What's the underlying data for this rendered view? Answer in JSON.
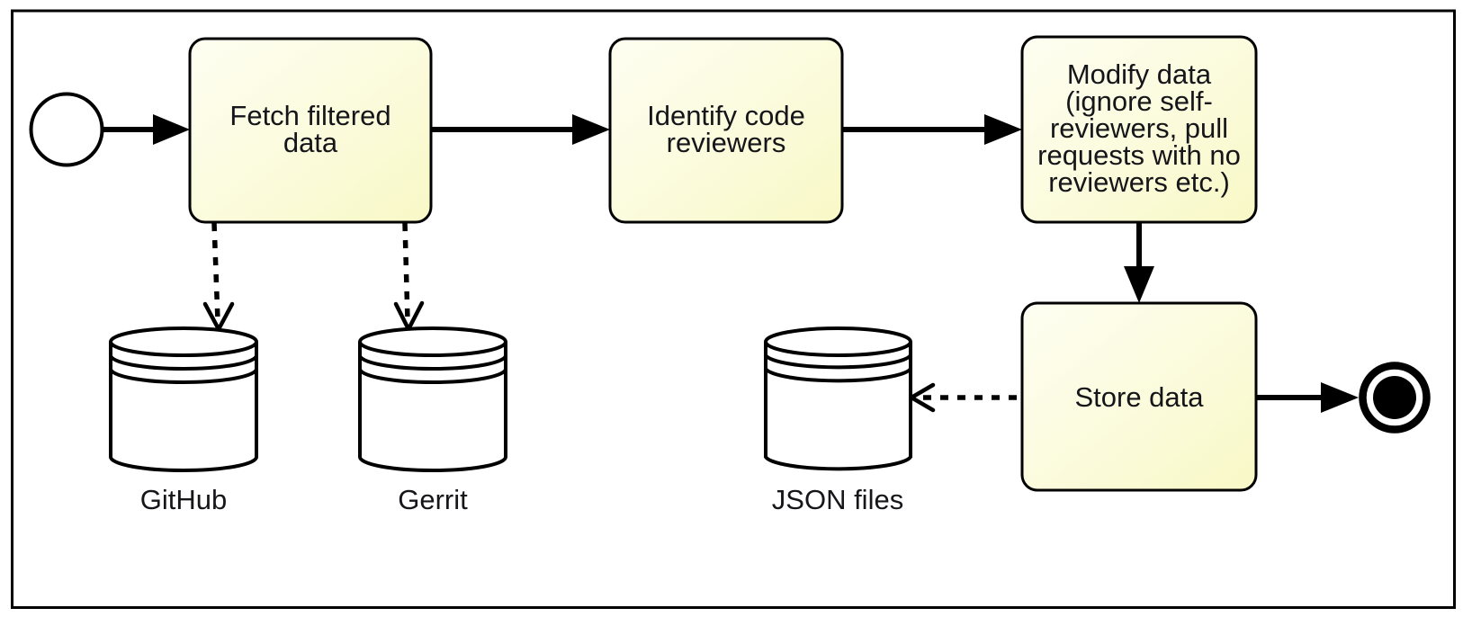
{
  "diagram": {
    "type": "bpmn-process",
    "colors": {
      "task_fill_top": "#fefef0",
      "task_fill_bottom": "#f8f8c6",
      "stroke": "#000000",
      "text": "#15151a",
      "background": "#ffffff"
    }
  },
  "tasks": {
    "fetch": {
      "lines": [
        "Fetch filtered",
        "data"
      ]
    },
    "identify": {
      "lines": [
        "Identify code",
        "reviewers"
      ]
    },
    "modify": {
      "lines": [
        "Modify data",
        "(ignore self-",
        "reviewers, pull",
        "requests with no",
        "reviewers etc.)"
      ]
    },
    "store": {
      "lines": [
        "Store data"
      ]
    }
  },
  "datastores": {
    "github": {
      "label": "GitHub"
    },
    "gerrit": {
      "label": "Gerrit"
    },
    "json": {
      "label": "JSON files"
    }
  },
  "events": {
    "start": {
      "name": "start-event"
    },
    "end": {
      "name": "end-event"
    }
  }
}
